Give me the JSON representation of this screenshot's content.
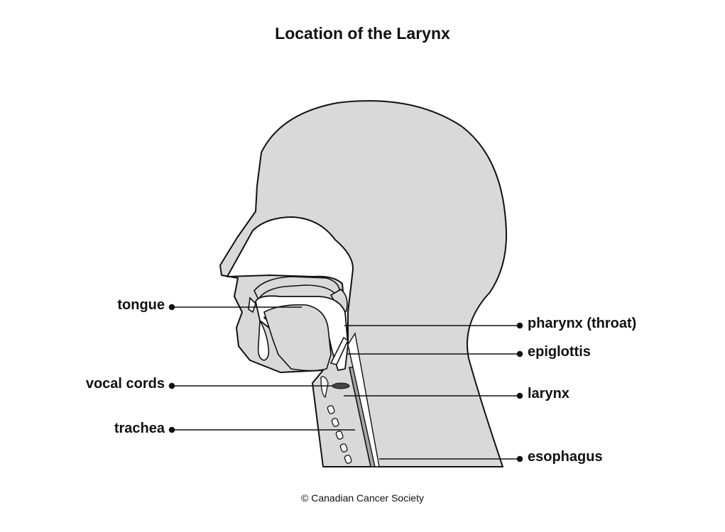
{
  "title": "Location of the Larynx",
  "labels": {
    "tongue": "tongue",
    "vocal_cords": "vocal cords",
    "trachea": "trachea",
    "pharynx": "pharynx (throat)",
    "epiglottis": "epiglottis",
    "larynx": "larynx",
    "esophagus": "esophagus"
  },
  "copyright": "© Canadian Cancer Society",
  "colors": {
    "tissue": "#d9d9d9",
    "outline": "#111111",
    "airway": "#ffffff",
    "esophagus_fill": "#a6a6a6"
  }
}
